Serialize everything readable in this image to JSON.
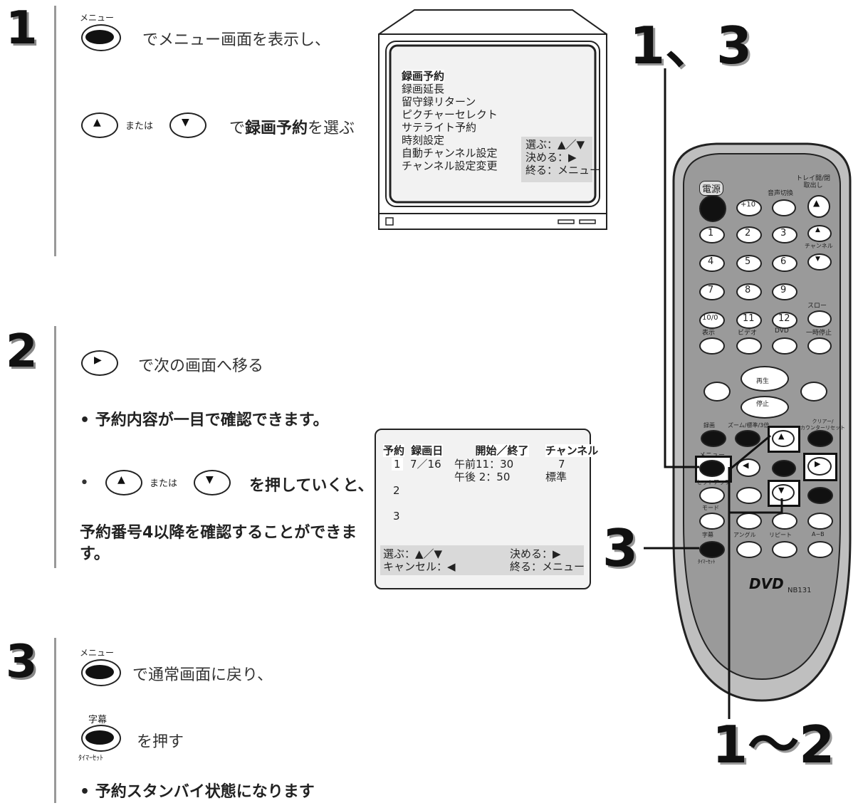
{
  "steps": [
    {
      "number": "1",
      "line1_label": "メニュー",
      "line1_text": "でメニュー画面を表示し、",
      "line2_or": "または",
      "line2_text_pre": "で",
      "line2_text_bold": "録画予約",
      "line2_text_post": "を選ぶ"
    },
    {
      "number": "2",
      "line1_text": "で次の画面へ移る",
      "bullet1": "• 予約内容が一目で確認できます。",
      "bullet2_or": "または",
      "bullet2_text": "を押していくと、",
      "note": "予約番号4以降を確認することができます。"
    },
    {
      "number": "3",
      "line1_label": "メニュー",
      "line1_text": "で通常画面に戻り、",
      "line2_label_top": "字幕",
      "line2_label_bottom": "ﾀｲﾏｰｾｯﾄ",
      "line2_text": "を押す",
      "bullet": "• 予約スタンバイ状態になります"
    }
  ],
  "tv_menu": {
    "items": [
      "録画予約",
      "録画延長",
      "留守録リターン",
      "ピクチャーセレクト",
      "サテライト予約",
      "時刻設定",
      "自動チャンネル設定",
      "チャンネル設定変更"
    ],
    "selected": "録画予約",
    "hints": [
      "選ぶ：▲／▼",
      "決める：▶",
      "終る：メニュー"
    ]
  },
  "schedule_screen": {
    "headers": [
      "予約",
      "録画日",
      "開始／終了",
      "チャンネル"
    ],
    "row1": {
      "num": "1",
      "date": "7／16",
      "start": "午前11：30",
      "end": "午後 2：50",
      "ch": "7",
      "mode": "標準"
    },
    "row2": {
      "num": "2"
    },
    "row3": {
      "num": "3"
    },
    "footer": [
      "選ぶ：▲／▼",
      "決める：▶",
      "キャンセル：◀",
      "終る：メニュー"
    ]
  },
  "callouts": {
    "top": "1、3",
    "left": "3",
    "bottom": "1～2"
  },
  "remote": {
    "power": "電源",
    "tray": "トレイ開/閉\n取出し",
    "audio": "音声切換",
    "plus10": "+10",
    "numbers": [
      "1",
      "2",
      "3",
      "4",
      "5",
      "6",
      "7",
      "8",
      "9",
      "10/0",
      "11",
      "12"
    ],
    "channel": "チャンネル",
    "slow": "スロー",
    "display": "表示",
    "video": "ビデオ",
    "dvd": "DVD",
    "pause": "一時停止",
    "play": "再生",
    "stop": "停止",
    "rec": "録画",
    "zoom": "ズーム/標準/3倍",
    "clear": "クリアー/\nカウンターリセット",
    "menu": "メニュー",
    "setup": "セットアップ",
    "mode": "モード",
    "subtitle": "字幕",
    "timerset": "ﾀｲﾏｰｾｯﾄ",
    "angle": "アングル",
    "repeat": "リピート",
    "ab": "A−B",
    "model": "NB131",
    "logo": "DVD"
  }
}
